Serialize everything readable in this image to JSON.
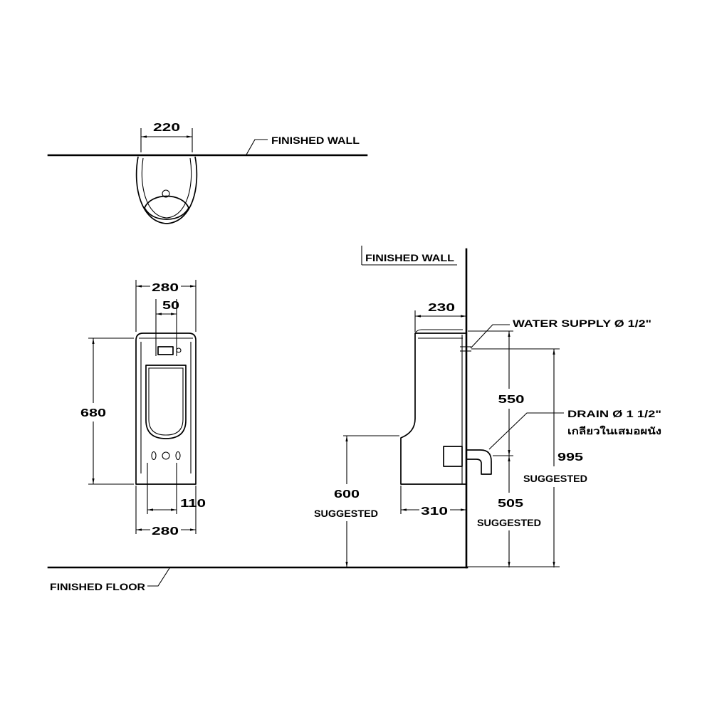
{
  "plan_view": {
    "width_value": "220",
    "wall_label": "FINISHED WALL"
  },
  "front_view": {
    "top_width_value": "280",
    "button_spacing_value": "50",
    "height_value": "680",
    "outlet_spacing_value": "110",
    "bottom_width_value": "280"
  },
  "side_view": {
    "wall_label": "FINISHED WALL",
    "depth_value": "230",
    "water_supply_label": "WATER SUPPLY Ø 1/2\"",
    "upper_height_value": "550",
    "drain_label": "DRAIN Ø 1 1/2\"",
    "drain_note": "เกลียวในเสมอผนัง",
    "supply_height_value": "995",
    "supply_height_note": "SUGGESTED",
    "rim_height_value": "600",
    "rim_height_note": "SUGGESTED",
    "base_depth_value": "310",
    "drain_height_value": "505",
    "drain_height_note": "SUGGESTED"
  },
  "floor_label": "FINISHED FLOOR"
}
